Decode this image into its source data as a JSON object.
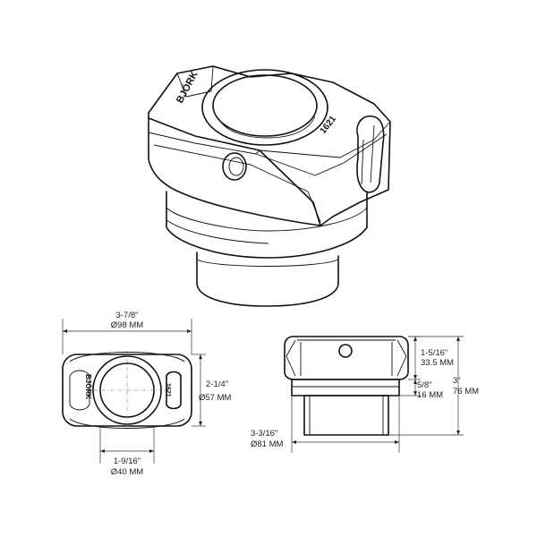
{
  "brand_marks": {
    "iso_logo": "BJÖRK",
    "iso_size_mark": "1621",
    "top_logo": "BJÖRK",
    "top_size_mark": "1621"
  },
  "dimensions": {
    "top_view": {
      "overall_width_in": "3-7/8\"",
      "overall_width_mm": "Ø98 MM",
      "depth_in": "2-1/4\"",
      "depth_mm": "Ø57 MM",
      "bore_in": "1-9/16\"",
      "bore_mm": "Ø40 MM"
    },
    "side_view": {
      "head_height_in": "1-5/16\"",
      "head_height_mm": "33.5 MM",
      "slot_in": "5/8\"",
      "slot_mm": "16 MM",
      "total_height_in": "3\"",
      "total_height_mm": "76 MM",
      "base_diameter_in": "3-3/16\"",
      "base_diameter_mm": "Ø81 MM"
    }
  }
}
